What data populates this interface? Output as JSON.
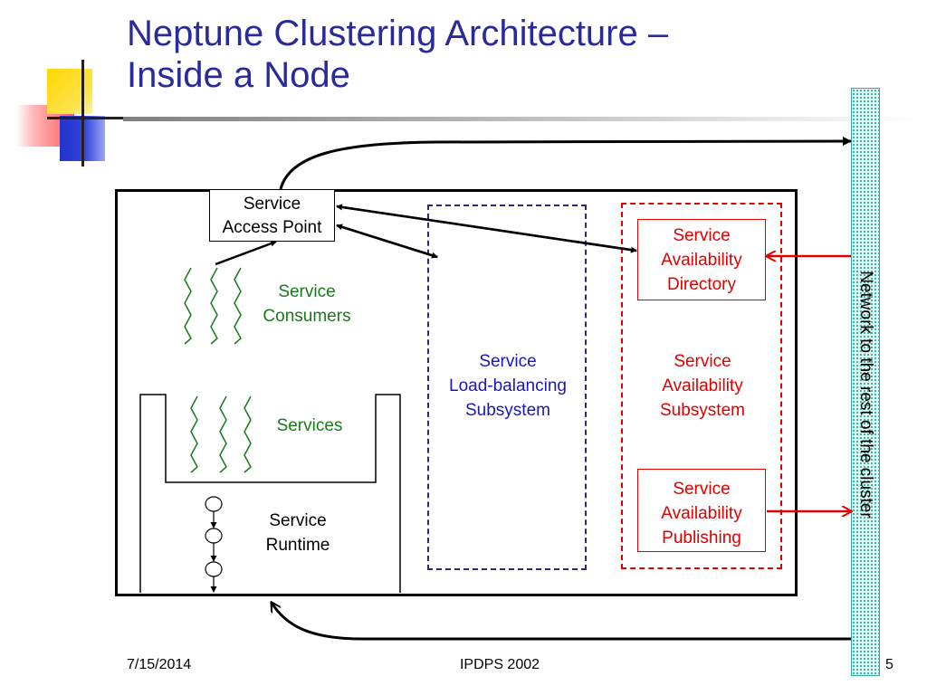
{
  "title": {
    "line1": "Neptune Clustering Architecture –",
    "line2": "Inside a Node"
  },
  "diagram": {
    "service_access_point": {
      "line1": "Service",
      "line2": "Access Point"
    },
    "service_consumers": {
      "line1": "Service",
      "line2": "Consumers"
    },
    "services": "Services",
    "service_runtime": {
      "line1": "Service",
      "line2": "Runtime"
    },
    "load_balancing": {
      "line1": "Service",
      "line2": "Load-balancing",
      "line3": "Subsystem"
    },
    "availability_directory": {
      "line1": "Service",
      "line2": "Availability",
      "line3": "Directory"
    },
    "availability_subsystem": {
      "line1": "Service",
      "line2": "Availability",
      "line3": "Subsystem"
    },
    "availability_publishing": {
      "line1": "Service",
      "line2": "Availability",
      "line3": "Publishing"
    },
    "network_label": "Network to the rest of the cluster"
  },
  "footer": {
    "date": "7/15/2014",
    "conference": "IPDPS 2002",
    "page_number": "5"
  },
  "colors": {
    "title": "#2a2a9a",
    "consumers_text": "#1a7a1a",
    "load_balancing_text": "#1818b8",
    "availability_text": "#e00000",
    "network_bar": "#dcf7ef"
  }
}
